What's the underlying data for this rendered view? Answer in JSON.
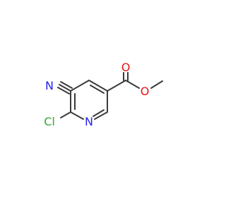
{
  "molecule": {
    "atoms": {
      "n_nitrile": {
        "symbol": "N",
        "color": "#2222ee"
      },
      "cl": {
        "symbol": "Cl",
        "color": "#2ea82e"
      },
      "n_ring": {
        "symbol": "N",
        "color": "#2222ee"
      },
      "o_carbonyl": {
        "symbol": "O",
        "color": "#ee1111"
      },
      "o_ester": {
        "symbol": "O",
        "color": "#ee1111"
      }
    },
    "bond_color": "#3a3a3a"
  }
}
